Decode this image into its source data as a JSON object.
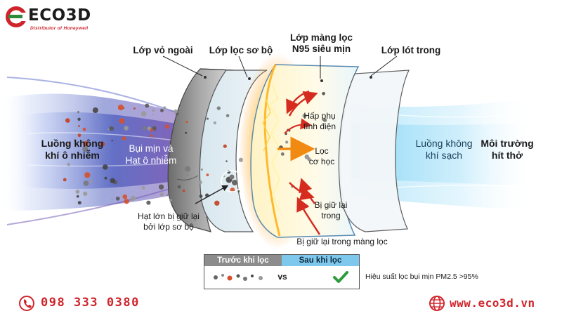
{
  "brand": {
    "name": "ECO3D",
    "tagline": "Distributor of Honeywell",
    "accent_color": "#d0242b",
    "logo_icon": "eco3d-logo-icon"
  },
  "layers": {
    "outer": "Lớp vỏ ngoài",
    "pre_filter": "Lớp lọc sơ bộ",
    "n95_line1": "Lớp màng lọc",
    "n95_line2": "N95 siêu mịn",
    "inner": "Lớp lót trong"
  },
  "labels": {
    "polluted_air_1": "Luồng không",
    "polluted_air_2": "khí ô nhiễm",
    "fine_dust_1": "Bụi mịn và",
    "fine_dust_2": "Hạt ô nhiễm",
    "electrostatic_1": "Hấp phụ",
    "electrostatic_2": "tĩnh điện",
    "mechanical_1": "Lọc",
    "mechanical_2": "cơ học",
    "trapped_1": "Bị giữ lại",
    "trapped_2": "trong",
    "trapped_membrane": "Bị giữ lại trong màng lọc",
    "large_particles_1": "Hạt lớn bị giữ lại",
    "large_particles_2": "bởi lớp sơ bộ",
    "clean_air_1": "Luồng không",
    "clean_air_2": "khí sạch",
    "breathing_1": "Môi trường",
    "breathing_2": "hít thở"
  },
  "comparison": {
    "before": "Trước khi lọc",
    "after": "Sau khi lọc",
    "vs": "vs",
    "efficiency": "Hiệu suất lọc bụi mịn PM2.5 >95%",
    "check_icon": "check-icon"
  },
  "contact": {
    "phone": "098 333 0380",
    "website": "www.eco3d.vn",
    "phone_icon": "phone-icon",
    "globe_icon": "globe-icon"
  }
}
